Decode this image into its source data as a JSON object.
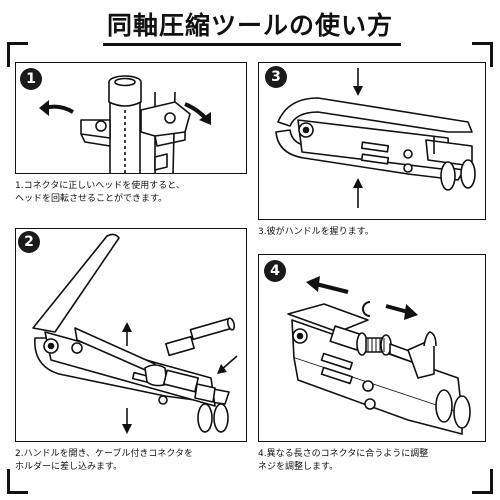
{
  "title": "同軸圧縮ツールの使い方",
  "steps": [
    {
      "number": "1",
      "caption": "1.コネクタに正しいヘッドを使用すると、\nヘッドを回転させることができます。"
    },
    {
      "number": "2",
      "caption": "2.ハンドルを開き、ケーブル付きコネクタを\nホルダーに差し込みます。"
    },
    {
      "number": "3",
      "caption": "3.彼がハンドルを握ります。"
    },
    {
      "number": "4",
      "caption": "4.異なる長さのコネクタに合うように調整\nネジを調整します。"
    }
  ]
}
